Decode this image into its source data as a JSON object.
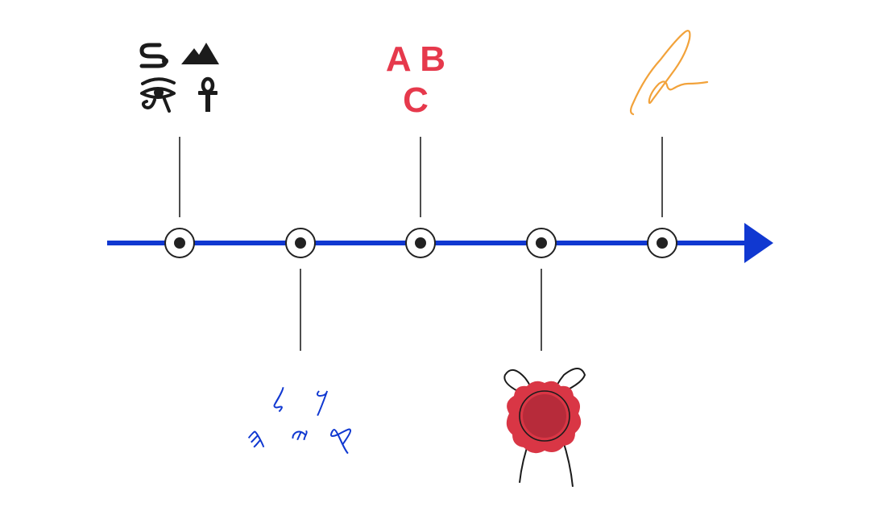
{
  "colors": {
    "axis": "#1038d1",
    "connector": "#222222",
    "node_ring": "#222222",
    "node_fill": "#ffffff",
    "alphabet_text": "#e6394c",
    "phoenician_text": "#1038d1",
    "hieroglyph_text": "#1b1b1b",
    "signature_stroke": "#f2a23a",
    "seal_outer": "#d93645",
    "seal_inner": "#b72b3a",
    "seal_ribbon": "#1b1b1b"
  },
  "timeline": {
    "node_count": 5,
    "direction": "left-to-right"
  },
  "events": [
    {
      "id": "hieroglyphs",
      "position": "top",
      "icons": [
        "horned-viper-hieroglyph-icon",
        "mountains-hieroglyph-icon",
        "eye-of-horus-icon",
        "ankh-icon"
      ]
    },
    {
      "id": "phoenician",
      "position": "bottom",
      "glyphs": {
        "row1": [
          "𐤋",
          "𐤊"
        ],
        "row2": [
          "𐤄",
          "𐤉",
          "𐤒"
        ]
      }
    },
    {
      "id": "alphabet",
      "position": "top",
      "lines": [
        "A B",
        "C"
      ]
    },
    {
      "id": "wax-seal",
      "position": "bottom",
      "icon": "wax-seal-icon"
    },
    {
      "id": "signature",
      "position": "top",
      "icon": "signature-icon"
    }
  ]
}
